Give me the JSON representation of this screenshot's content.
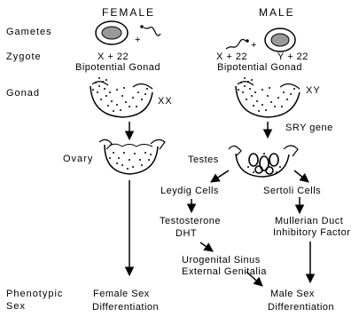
{
  "titles": {
    "female": "FEMALE",
    "male": "MALE"
  },
  "rows": {
    "gametes": "Gametes",
    "zygote": "Zygote",
    "gonad": "Gonad",
    "phenotypic_line1": "Phenotypic",
    "phenotypic_line2": "Sex"
  },
  "female": {
    "plus": "+",
    "karyotype": "X + 22",
    "bipotential": "Bipotential Gonad",
    "chromosomes": "XX",
    "ovary": "Ovary",
    "outcome_line1": "Female Sex",
    "outcome_line2": "Differentiation"
  },
  "male": {
    "plus": "+",
    "karyotype_left": "X + 22",
    "karyotype_right": "Y + 22",
    "bipotential": "Bipotential Gonad",
    "chromosomes": "XY",
    "sry": "SRY gene",
    "testes": "Testes",
    "leydig": "Leydig Cells",
    "sertoli": "Sertoli Cells",
    "testosterone": "Testosterone",
    "dht": "DHT",
    "mullerian_line1": "Mullerian Duct",
    "mullerian_line2": "Inhibitory Factor",
    "urogenital_line1": "Urogenital Sinus",
    "urogenital_line2": "External Genitalia",
    "outcome_line1": "Male Sex",
    "outcome_line2": "Differentiation"
  }
}
